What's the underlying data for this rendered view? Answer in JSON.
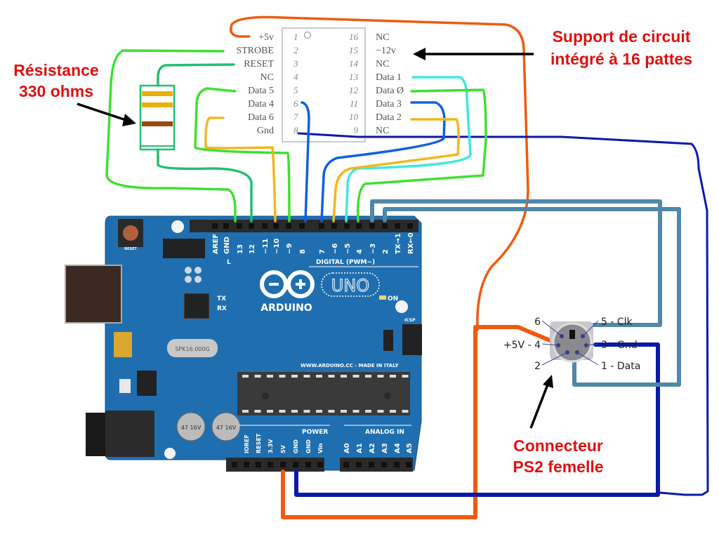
{
  "annotations": {
    "resistor_line1": "Résistance",
    "resistor_line2": "330 ohms",
    "socket_line1": "Support de circuit",
    "socket_line2": "intégré à 16 pattes",
    "ps2_line1": "Connecteur",
    "ps2_line2": "PS2 femelle"
  },
  "ic_socket": {
    "left_pins": [
      {
        "num": "1",
        "label": "+5v"
      },
      {
        "num": "2",
        "label": "STROBE"
      },
      {
        "num": "3",
        "label": "RESET"
      },
      {
        "num": "4",
        "label": "NC"
      },
      {
        "num": "5",
        "label": "Data 5"
      },
      {
        "num": "6",
        "label": "Data 4"
      },
      {
        "num": "7",
        "label": "Data 6"
      },
      {
        "num": "8",
        "label": "Gnd"
      }
    ],
    "right_pins": [
      {
        "num": "16",
        "label": "NC"
      },
      {
        "num": "15",
        "label": "−12v"
      },
      {
        "num": "14",
        "label": "NC"
      },
      {
        "num": "13",
        "label": "Data 1"
      },
      {
        "num": "12",
        "label": "Data Ø"
      },
      {
        "num": "11",
        "label": "Data 3"
      },
      {
        "num": "10",
        "label": "Data 2"
      },
      {
        "num": "9",
        "label": "NC"
      }
    ]
  },
  "resistor": {
    "value": "330 ohms",
    "bands": [
      "#e8b010",
      "#e8b010",
      "#9a4a10"
    ]
  },
  "ps2_connector": {
    "pin6": "6",
    "pin5": "5 - Clk",
    "pin4": "+5V - 4",
    "pin3": "3 - Gnd",
    "pin2": "2",
    "pin1": "1 - Data"
  },
  "arduino": {
    "brand": "ARDUINO",
    "model": "UNO",
    "digital_label": "DIGITAL (PWM~)",
    "digital_pins": [
      "AREF",
      "GND",
      "13",
      "12",
      "~11",
      "~10",
      "~9",
      "8",
      "7",
      "~6",
      "~5",
      "4",
      "~3",
      "2",
      "TX→1",
      "RX←0"
    ],
    "power_label": "POWER",
    "power_pins": [
      "IOREF",
      "RESET",
      "3.3V",
      "5V",
      "GND",
      "GND",
      "Vin"
    ],
    "analog_label": "ANALOG IN",
    "analog_pins": [
      "A0",
      "A1",
      "A2",
      "A3",
      "A4",
      "A5"
    ],
    "website": "WWW.ARDUINO.CC - MADE IN ITALY",
    "on_label": "ON",
    "tx_label": "TX",
    "rx_label": "RX",
    "l_label": "L",
    "icsp_label": "ICSP",
    "reset_label": "RESET",
    "crystal_label": "SPK16.000G"
  },
  "colors": {
    "annotation_red": "#e01010",
    "board_blue": "#1f6fb0",
    "wire_orange": "#f05a10",
    "wire_navy": "#0a1aa8",
    "wire_steel": "#4f88a8",
    "wire_green": "#40e030",
    "wire_teal": "#20c070",
    "wire_cyan": "#40e8e0",
    "wire_yellow": "#f0b820",
    "wire_blue": "#1060e0"
  }
}
